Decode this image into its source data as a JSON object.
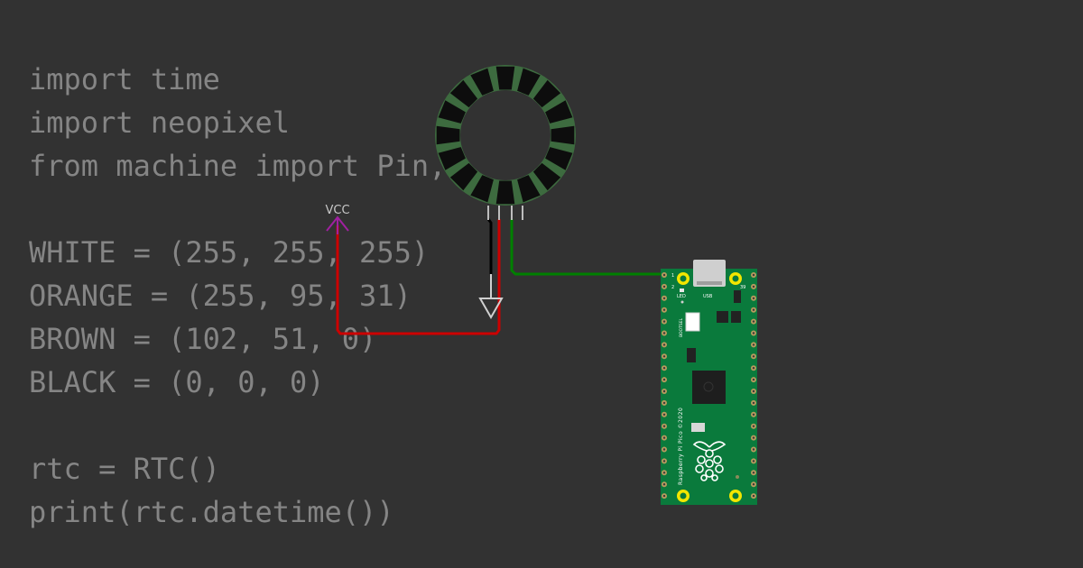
{
  "code": {
    "lines": [
      "import time",
      "import neopixel",
      "from machine import Pin, RTC",
      "",
      "WHITE = (255, 255, 255)",
      "ORANGE = (255, 95, 31)",
      "BROWN = (102, 51, 0)",
      "BLACK = (0, 0, 0)",
      "",
      "rtc = RTC()",
      "print(rtc.datetime())"
    ]
  },
  "diagram": {
    "vcc_label": "VCC",
    "neopixel_ring": {
      "pixel_count": 16
    },
    "pico_board": {
      "label_led": "LED",
      "label_usb": "USB",
      "label_bootsel": "BOOTSEL",
      "label_model": "Raspberry Pi Pico ©2020",
      "pin_1": "1",
      "pin_2": "2",
      "pin_39": "39"
    },
    "wires": [
      {
        "name": "vcc-wire",
        "color": "#cc0000"
      },
      {
        "name": "ground-wire",
        "color": "#000000"
      },
      {
        "name": "data-wire",
        "color": "#008000"
      }
    ],
    "colors": {
      "background": "#323232",
      "code_text": "#858585",
      "ring_outer": "#3d6b3f",
      "ring_pixel": "#0d0d0d",
      "vcc_symbol": "#a020a0",
      "pcb": "#0a7a3c"
    }
  }
}
